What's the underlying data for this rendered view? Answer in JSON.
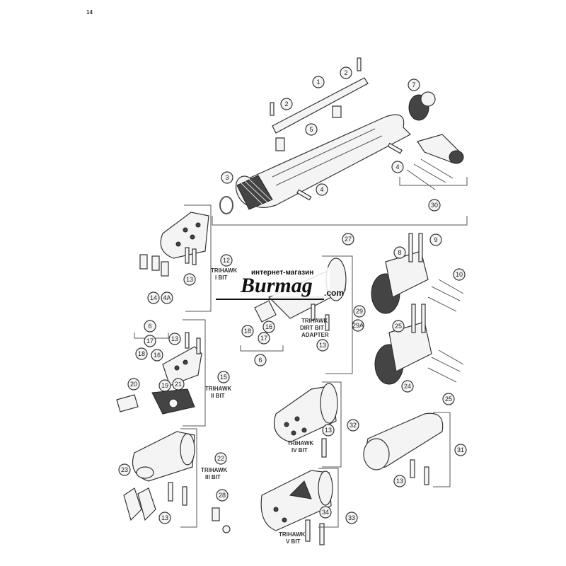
{
  "page_number": "14",
  "watermark": {
    "line1": "интернет-магазин",
    "brand": "Burmag",
    "domain": ".com"
  },
  "callouts": {
    "c1": "1",
    "c2a": "2",
    "c2b": "2",
    "c3": "3",
    "c4a": "4",
    "c4b": "4",
    "c5": "5",
    "c6a": "6",
    "c6b": "6",
    "c7": "7",
    "c8": "8",
    "c9": "9",
    "c10": "10",
    "c12": "12",
    "c13a": "13",
    "c13b": "13",
    "c13c": "13",
    "c13d": "13",
    "c13e": "13",
    "c13f": "13",
    "c13g": "13",
    "c14": "14",
    "c4A": "4A",
    "c15": "15",
    "c16a": "16",
    "c16b": "16",
    "c17a": "17",
    "c17b": "17",
    "c18a": "18",
    "c18b": "18",
    "c19": "19",
    "c20": "20",
    "c21": "21",
    "c22": "22",
    "c23": "23",
    "c24": "24",
    "c25a": "25",
    "c25b": "25",
    "c27": "27",
    "c28": "28",
    "c29": "29",
    "c29A": "29A",
    "c30": "30",
    "c31": "31",
    "c32": "32",
    "c33": "33",
    "c34": "34"
  },
  "labels": {
    "trihawk_i_1": "TRIHAWK",
    "trihawk_i_2": "I  BIT",
    "dirt_1": "TRIHAWK",
    "dirt_2": "DIRT BIT",
    "dirt_3": "ADAPTER",
    "trihawk_ii_1": "TRIHAWK",
    "trihawk_ii_2": "II  BIT",
    "trihawk_iii_1": "TRIHAWK",
    "trihawk_iii_2": "III  BIT",
    "trihawk_iv_1": "TRIHAWK",
    "trihawk_iv_2": "IV  BIT",
    "trihawk_v_1": "TRIHAWK",
    "trihawk_v_2": "V  BIT"
  }
}
